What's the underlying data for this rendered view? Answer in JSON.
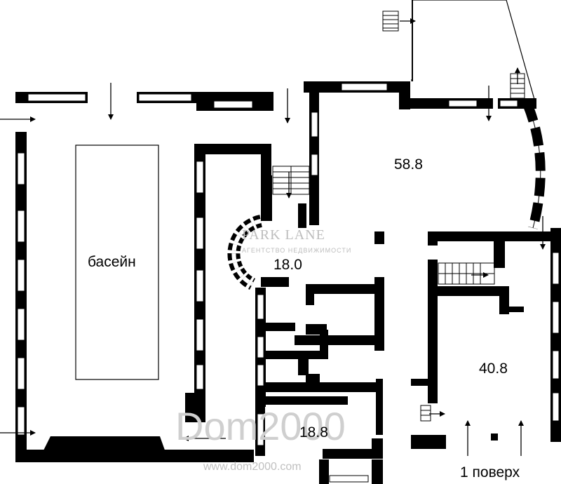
{
  "rooms": {
    "pool": "басейн",
    "r1": "58.8",
    "r2": "18.0",
    "r3": "40.8",
    "r4": "18.8"
  },
  "floor_label": "1 поверх",
  "watermarks": {
    "parklane": "PARK LANE",
    "parklane_sub": "АГЕНТСТВО НЕДВИЖИМОСТИ",
    "dom2000": "Dom2000",
    "site": "www.dom2000.com"
  }
}
